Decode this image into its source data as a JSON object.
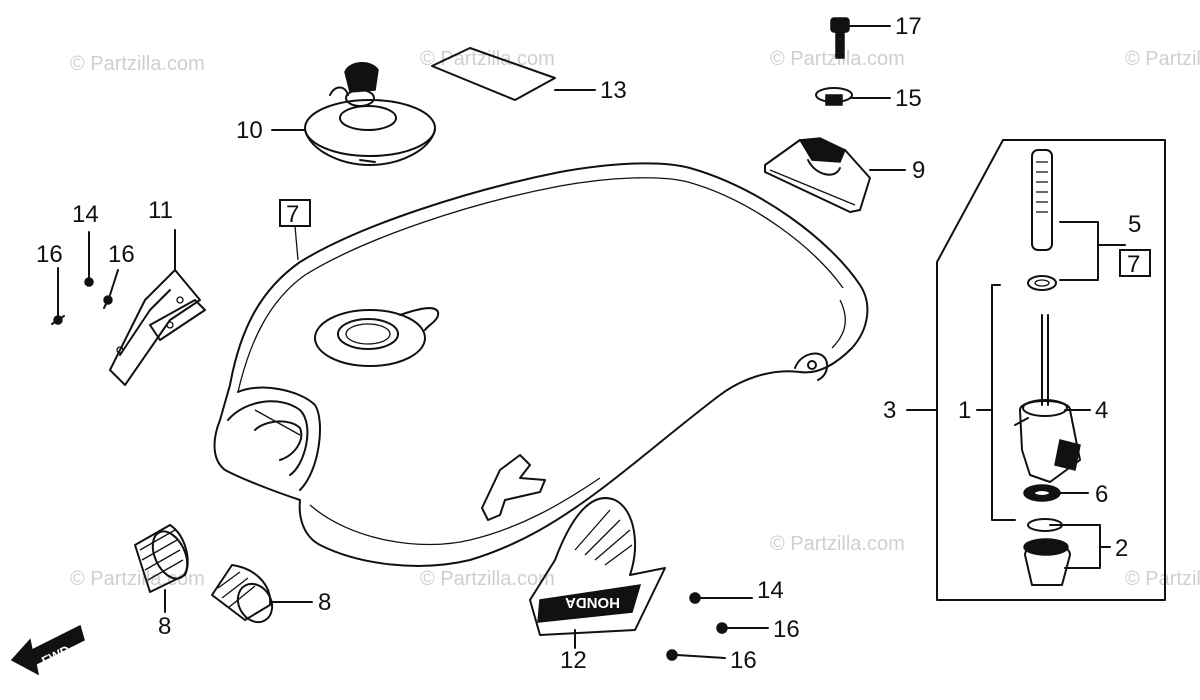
{
  "watermark": "© Partzilla.com",
  "direction_label": "FWD",
  "logo_text": "HONDA",
  "callouts": {
    "c1": "1",
    "c2": "2",
    "c3": "3",
    "c4": "4",
    "c5": "5",
    "c5_box": "7",
    "c6": "6",
    "c7_box": "7",
    "c8a": "8",
    "c8b": "8",
    "c9": "9",
    "c10": "10",
    "c11": "11",
    "c12": "12",
    "c13": "13",
    "c14a": "14",
    "c14b": "14",
    "c15": "15",
    "c16a": "16",
    "c16b": "16",
    "c16c": "16",
    "c16d": "16",
    "c17": "17"
  }
}
